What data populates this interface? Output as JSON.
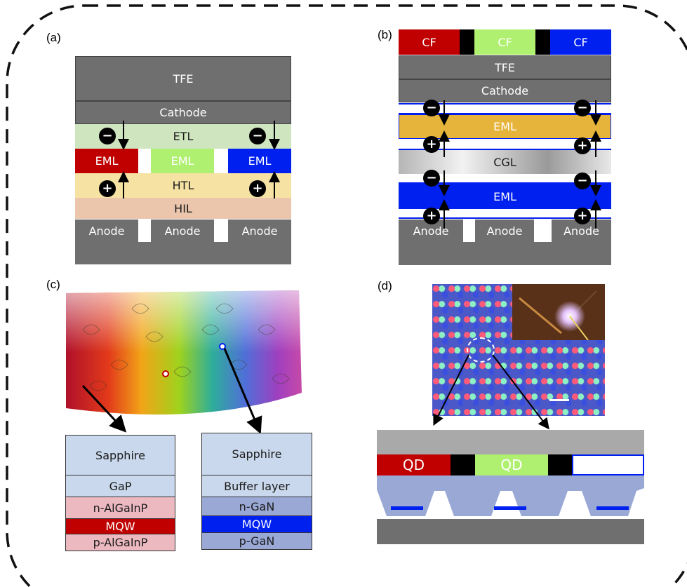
{
  "panels": {
    "a": {
      "label": "(a)",
      "tfe": "TFE",
      "cathode": "Cathode",
      "etl": "ETL",
      "eml_red": "EML",
      "eml_green": "EML",
      "eml_blue": "EML",
      "htl": "HTL",
      "hil": "HIL",
      "anodes": [
        "Anode",
        "Anode",
        "Anode"
      ],
      "electron": "−",
      "hole": "+"
    },
    "b": {
      "label": "(b)",
      "cf": [
        "CF",
        "CF",
        "CF"
      ],
      "tfe": "TFE",
      "cathode": "Cathode",
      "eml_top": "EML",
      "cgl": "CGL",
      "eml_bottom": "EML",
      "anodes": [
        "Anode",
        "Anode",
        "Anode"
      ]
    },
    "c": {
      "label": "(c)",
      "red_stack": [
        "Sapphire",
        "GaP",
        "n-AlGaInP",
        "MQW",
        "p-AlGaInP"
      ],
      "blue_stack": [
        "Sapphire",
        "Buffer layer",
        "n-GaN",
        "MQW",
        "p-GaN"
      ]
    },
    "d": {
      "label": "(d)",
      "qd": [
        "QD",
        "QD"
      ]
    }
  },
  "colors": {
    "gray_layer": "#6f6f6f",
    "red": "#c00000",
    "green": "#b0f070",
    "blue": "#0020f0",
    "etl": "#cfe5c0",
    "htl": "#f6e3a4",
    "hil": "#ebc6ad",
    "eml_yellow": "#e6b43a",
    "sapphire": "#c9d8ec",
    "algainp": "#ebb9bf",
    "gan": "#9aa8d6"
  }
}
